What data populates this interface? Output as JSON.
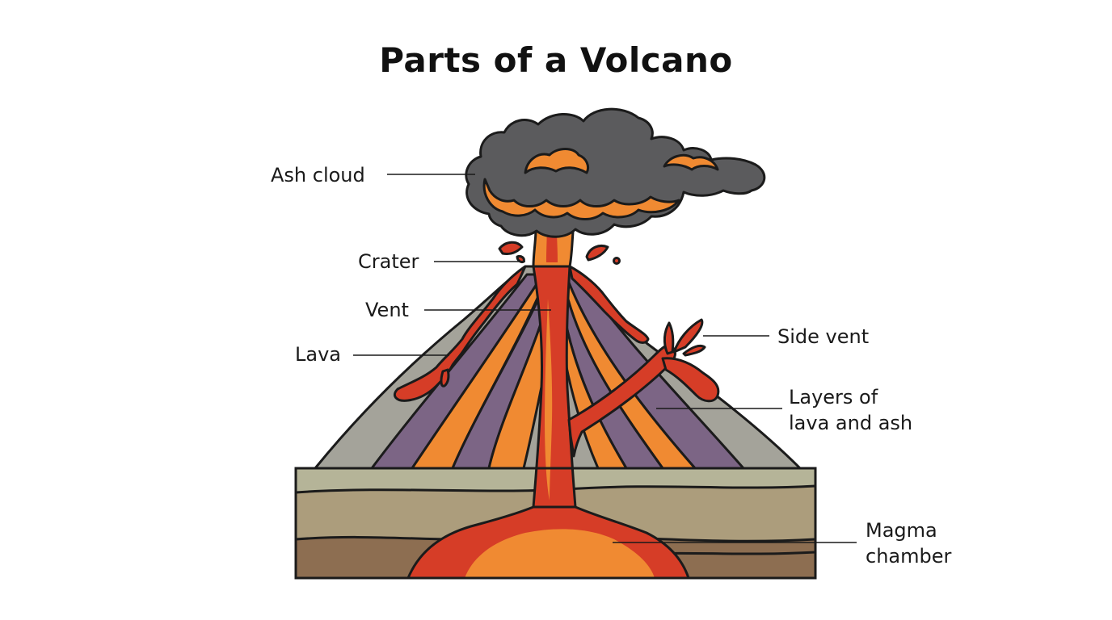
{
  "title": "Parts of a Volcano",
  "labels": {
    "ash_cloud": "Ash cloud",
    "crater": "Crater",
    "vent": "Vent",
    "lava": "Lava",
    "side_vent": "Side vent",
    "layers": [
      "Layers of",
      "lava and ash"
    ],
    "magma_chamber": [
      "Magma",
      "chamber"
    ]
  },
  "colors": {
    "ash": "#5b5b5d",
    "lava_red": "#d63d27",
    "lava_orange": "#f08a32",
    "layer_purple": "#7c6585",
    "cone_gray": "#a4a39a",
    "ground_top": "#b5b498",
    "ground_mid": "#ac9d7c",
    "ground_bottom": "#8d6e51"
  }
}
